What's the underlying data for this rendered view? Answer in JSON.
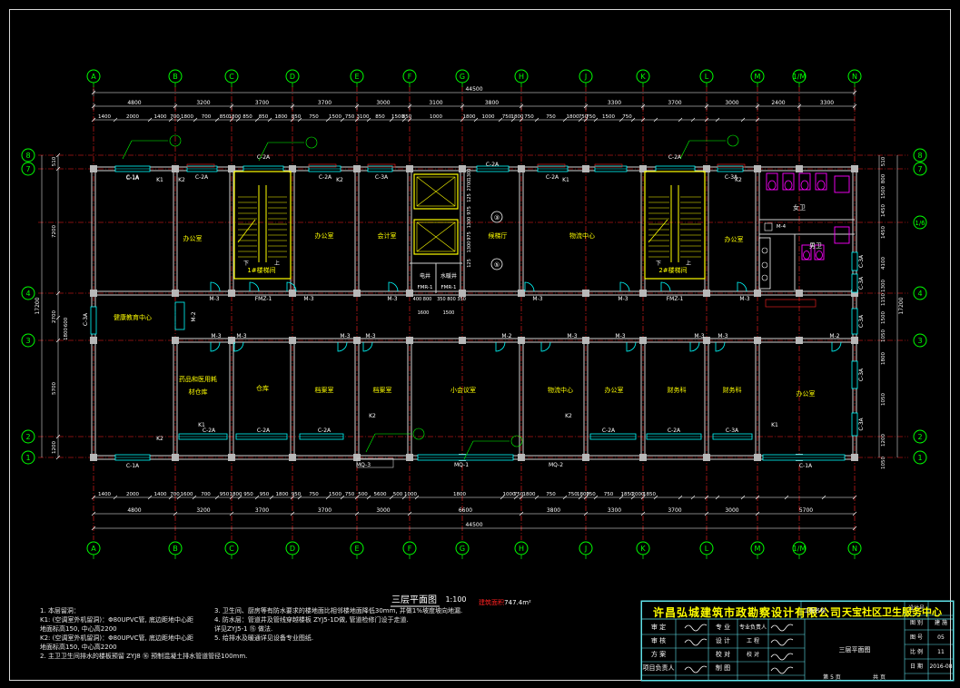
{
  "axes_letters": [
    "A",
    "B",
    "C",
    "D",
    "E",
    "F",
    "G",
    "H",
    "J",
    "K",
    "L",
    "M",
    "1/M",
    "N"
  ],
  "axes_numbers": [
    "1",
    "2",
    "3",
    "4",
    "1/6",
    "7",
    "8"
  ],
  "dims_top_total": "44500",
  "dims_top_level2": [
    "4800",
    "3200",
    "3700",
    "3700",
    "3000",
    "3100",
    "3800",
    "3300",
    "3700",
    "3000",
    "2400",
    "3300"
  ],
  "dims_top_level3": [
    "1400",
    "2000",
    "1400",
    "700",
    "1800",
    "700",
    "850",
    "1800",
    "850",
    "850",
    "1800",
    "850",
    "750",
    "1500",
    "750",
    "3100",
    "850",
    "1500",
    "850",
    "1000",
    "1800",
    "1000",
    "750",
    "1800",
    "750",
    "750",
    "1800",
    "750",
    "750",
    "1500",
    "750"
  ],
  "dims_bottom_total": "44500",
  "dims_bottom_level2": [
    "4800",
    "3200",
    "3700",
    "3700",
    "3000",
    "6600",
    "3800",
    "3300",
    "3700",
    "3000",
    "5700"
  ],
  "dims_bottom_level3": [
    "1400",
    "2000",
    "1400",
    "700",
    "1600",
    "700",
    "950",
    "1800",
    "950",
    "950",
    "1800",
    "950",
    "750",
    "1500",
    "750",
    "500",
    "5600",
    "500",
    "1000",
    "1800",
    "1000",
    "750",
    "1800",
    "750",
    "750",
    "1800",
    "750",
    "750",
    "1850",
    "2000",
    "1850"
  ],
  "dims_left": [
    "510",
    "7200",
    "2700",
    "600",
    "1800",
    "5700",
    "1200"
  ],
  "dims_left_total": "17200",
  "dims_right": [
    "510",
    "800",
    "1500",
    "1450",
    "1450",
    "4100",
    "1300",
    "1150",
    "1500",
    "1050",
    "1800",
    "1050",
    "1200",
    "1050"
  ],
  "dims_right_total": "17200",
  "elevator_dims": [
    "1300",
    "2700",
    "125",
    "975",
    "1300",
    "975",
    "1300",
    "125"
  ],
  "elevator_bottom_dims": [
    "400",
    "800",
    "350",
    "800",
    "350",
    "1600",
    "1500"
  ],
  "rooms": {
    "office_a": "办公室",
    "stair1": "1#楼梯间",
    "office_c": "办公室",
    "finance": "会计室",
    "elevator_hall": "候梯厅",
    "logistics_center": "物流中心",
    "stair2": "2#楼梯间",
    "office_l": "办公室",
    "female_wc": "女卫",
    "male_wc": "男卫",
    "health_center": "健康教育中心",
    "pharmacy": "药品和医用耗材仓库",
    "warehouse": "仓库",
    "archive": "档案室",
    "archive2": "档案室",
    "meeting": "小会议室",
    "logistics2": "物流中心",
    "office_j": "办公室",
    "finance_k": "财务科",
    "finance_l": "财务科",
    "office_mn": "办公室",
    "stair_down": "下",
    "stair_up": "上",
    "elec_shaft": "电井",
    "water_shaft": "水暖井"
  },
  "door_labels": [
    "M-3",
    "M-3",
    "FMZ-1",
    "M-3",
    "M-3",
    "M-3",
    "FMZ-1",
    "M-3",
    "M-2",
    "M-3",
    "M-3",
    "M-3",
    "M-3",
    "M-2",
    "M-3",
    "M-3",
    "M-3",
    "M-3",
    "M-2",
    "M-4",
    "FMR-1",
    "FMR-1",
    "MQ-1",
    "MQ-2",
    "MQ-3"
  ],
  "window_labels": [
    "C-1A",
    "C-2A",
    "C-2A",
    "C-2A",
    "C-2A",
    "C-3A",
    "C-2A",
    "C-2A",
    "C-2A",
    "C-3A",
    "C-1A",
    "C-2A",
    "C-2A",
    "C-2A",
    "C-2A",
    "C-2A",
    "C-3A",
    "C-2A",
    "C-1A",
    "C-3A",
    "C-3A",
    "C-3A",
    "C-3A",
    "C-3A",
    "C-3A"
  ],
  "k_labels": [
    "K1",
    "K2",
    "K2",
    "K1",
    "K2",
    "K2",
    "K1",
    "K2",
    "K2",
    "K1"
  ],
  "section_callouts": [
    "③",
    "⑤"
  ],
  "drawing_title": "三层平面图",
  "drawing_scale": "1:100",
  "area_label": "建筑面积",
  "area_value": "747.4m²",
  "notes": {
    "n1": "1.  本层留洞：",
    "k1_line1": "K1:  (空调室外机留洞)：Φ80UPVC管, 底边距地中心距",
    "k1_line2": "      地面标高150,  中心高2200",
    "k2_line1": "K2:  (空调室外机留洞)：Φ80UPVC管, 底边距地中心距",
    "k2_line2": "      地面标高150,  中心高2200",
    "n2": "2.  主卫卫生间排水的楼板预留 ZYJ8 ⑯  预制混凝土排水管道管径100mm.",
    "n3": "3.  卫生间、厨房等有防水要求的楼地面比相邻楼地面降低30mm, 并做1%坡度坡向地漏.",
    "n4": "4.  防水层：管道井及管线穿越楼板 ZYJ5-1D做, 管道检修门设于走道.",
    "n5": "      详见ZYJ5-1 ⑮ 做法.",
    "n6": "5.  给排水及暖通详见设备专业图纸."
  },
  "titleblock": {
    "company": "许昌弘城建筑市政勘察设计有限公司",
    "proj_label": "工程名称",
    "project": "天宝社区卫生服务中心",
    "drawing_name": "三层平面图",
    "rows_left": [
      "审 定",
      "审 核",
      "方 案",
      "项目负责人"
    ],
    "rows_mid": [
      "专 业",
      "设 计",
      "校 对",
      "制 图"
    ],
    "rows_mid2": [
      "专业负责人",
      "工 程",
      "校 对",
      "描 图"
    ],
    "right_labels": [
      "设计号",
      "图 别",
      "图 号",
      "比 例",
      "日 期"
    ],
    "right_values": [
      "",
      "建 施",
      "05",
      "11",
      "2016-08"
    ],
    "sheet": "第 5 页",
    "total": "共 页"
  },
  "colors": {
    "axis": "#00ff00",
    "wall": "#d0d0d0",
    "dim": "#ffffff",
    "room_text": "#ffff00",
    "window": "#00ffff",
    "stair": "#ffff00",
    "magenta": "#ff00ff",
    "red": "#ff2020"
  }
}
